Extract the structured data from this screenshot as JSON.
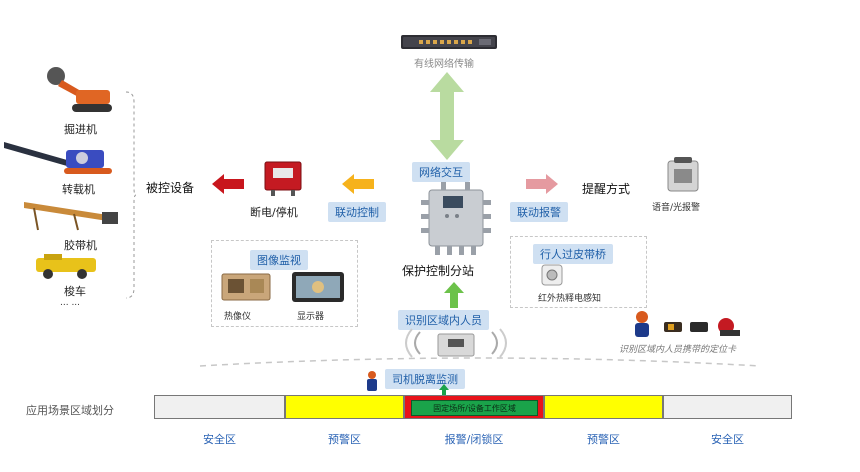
{
  "top": {
    "router_label": "有线网络传输"
  },
  "center": {
    "network_tag": "网络交互",
    "station_label": "保护控制分站",
    "identify_tag": "识别区域内人员"
  },
  "left": {
    "machines": [
      "掘进机",
      "转载机",
      "胶带机",
      "梭车"
    ],
    "more": "... ...",
    "controlled_label": "被控设备",
    "power_off_label": "断电/停机",
    "linkage_control_tag": "联动控制"
  },
  "right": {
    "linkage_alarm_tag": "联动报警",
    "remind_label": "提醒方式",
    "alarm_label": "语音/光报警"
  },
  "image_monitor": {
    "title": "图像监视",
    "thermal_label": "热像仪",
    "display_label": "显示器"
  },
  "bridge": {
    "title": "行人过皮带桥",
    "sensor_label": "红外热释电感知"
  },
  "personnel_card_label": "识别区域内人员携带的定位卡",
  "driver_tag": "司机脱离监测",
  "zones": {
    "row_label": "应用场景区域划分",
    "center_inner_label": "固定场所/设备工作区域",
    "labels": [
      "安全区",
      "预警区",
      "报警/闭锁区",
      "预警区",
      "安全区"
    ],
    "colors": {
      "safe": "#f0f0f0",
      "warn": "#ffff00",
      "alarm": "#e8131a",
      "inner": "#1aa34a"
    }
  }
}
